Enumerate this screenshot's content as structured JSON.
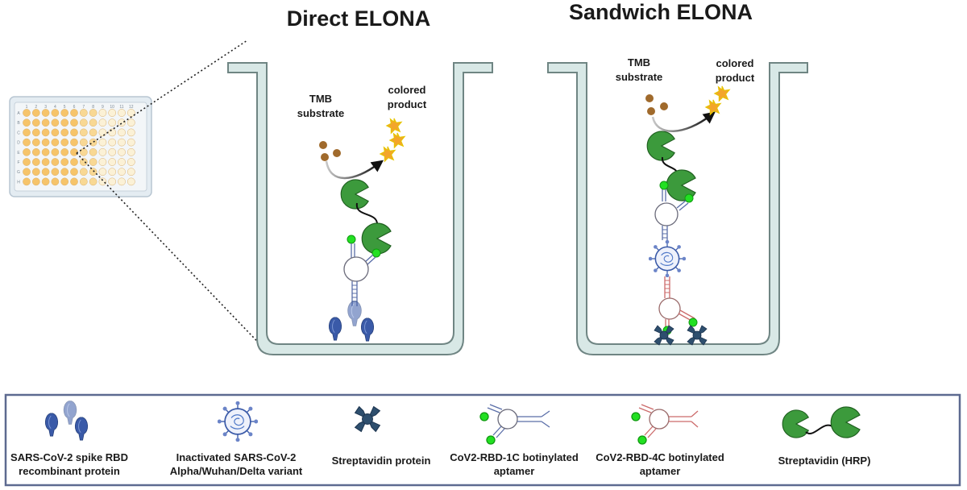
{
  "titles": {
    "direct": "Direct ELONA",
    "sandwich": "Sandwich ELONA"
  },
  "labels": {
    "tmb_line1": "TMB",
    "tmb_line2": "substrate",
    "colored_line1": "colored",
    "colored_line2": "product"
  },
  "plate": {
    "row_letters": [
      "A",
      "B",
      "C",
      "D",
      "E",
      "F",
      "G",
      "H"
    ],
    "col_numbers": [
      "1",
      "2",
      "3",
      "4",
      "5",
      "6",
      "7",
      "8",
      "9",
      "10",
      "11",
      "12"
    ]
  },
  "legend": {
    "items": [
      {
        "line1": "SARS-CoV-2 spike RBD",
        "line2": "recombinant protein"
      },
      {
        "line1": "Inactivated SARS-CoV-2",
        "line2": "Alpha/Wuhan/Delta variant"
      },
      {
        "line1": "Streptavidin protein",
        "line2": ""
      },
      {
        "line1": "CoV2-RBD-1C botinylated",
        "line2": "aptamer"
      },
      {
        "line1": "CoV2-RBD-4C botinylated",
        "line2": "aptamer"
      },
      {
        "line1": "Streptavidin (HRP)",
        "line2": ""
      }
    ]
  },
  "colors": {
    "well_fill": "#d8e8e6",
    "well_stroke": "#6f8583",
    "hrp_green": "#3c9a3c",
    "biotin_green": "#22e022",
    "rbd_blue": "#3a5aa8",
    "tmb_brown": "#a06a2c",
    "product_orange": "#f3a52b",
    "aptamer1_blue": "#5a6ea8",
    "aptamer4_red": "#cc6a6a",
    "legend_border": "#5d6a90"
  }
}
